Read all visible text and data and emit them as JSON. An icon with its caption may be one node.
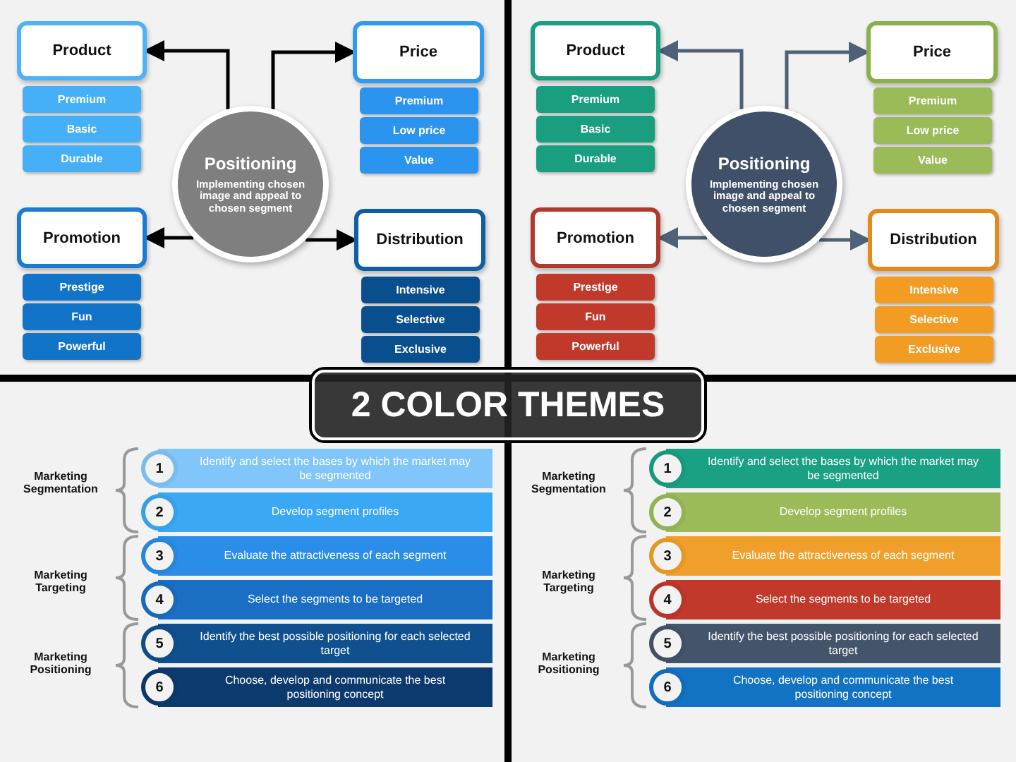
{
  "diagram": {
    "nodes": [
      {
        "text": [
          "Product"
        ]
      },
      {
        "text": [
          "Premium"
        ]
      },
      {
        "text": [
          "Basic"
        ]
      },
      {
        "text": [
          "Durable"
        ]
      },
      {
        "text": [
          "Price"
        ]
      },
      {
        "text": [
          "Premium"
        ]
      },
      {
        "text": [
          "Low price"
        ]
      },
      {
        "text": [
          "Value"
        ]
      },
      {
        "text": [
          "Positioning",
          "Implementing chosen image and appeal to chosen segment"
        ]
      },
      {
        "text": [
          "Promotion"
        ]
      },
      {
        "text": [
          "Prestige"
        ]
      },
      {
        "text": [
          "Fun"
        ]
      },
      {
        "text": [
          "Powerful"
        ]
      },
      {
        "text": [
          "Distribution"
        ]
      },
      {
        "text": [
          "Intensive"
        ]
      },
      {
        "text": [
          "Selective"
        ]
      },
      {
        "text": [
          "Exclusive"
        ]
      },
      {
        "text": [
          "Product"
        ]
      },
      {
        "text": [
          "Premium"
        ]
      },
      {
        "text": [
          "Basic"
        ]
      },
      {
        "text": [
          "Durable"
        ]
      },
      {
        "text": [
          "Price"
        ]
      },
      {
        "text": [
          "Premium"
        ]
      },
      {
        "text": [
          "Low price"
        ]
      },
      {
        "text": [
          "Value"
        ]
      },
      {
        "text": [
          "Positioning",
          "Implementing chosen image and appeal to chosen segment"
        ]
      },
      {
        "text": [
          "Promotion"
        ]
      },
      {
        "text": [
          "Prestige"
        ]
      },
      {
        "text": [
          "Fun"
        ]
      },
      {
        "text": [
          "Powerful"
        ]
      },
      {
        "text": [
          "Distribution"
        ]
      },
      {
        "text": [
          "Intensive"
        ]
      },
      {
        "text": [
          "Selective"
        ]
      },
      {
        "text": [
          "Exclusive"
        ]
      },
      {
        "text": [
          "2 COLOR THEMES"
        ]
      },
      {
        "text": [
          "1",
          "Identify and select the bases by which the market may be segmented"
        ]
      },
      {
        "text": [
          "2",
          "Develop segment profiles"
        ]
      },
      {
        "text": [
          "3",
          "Evaluate the attractiveness of each segment"
        ]
      },
      {
        "text": [
          "4",
          "Select the segments to be targeted"
        ]
      },
      {
        "text": [
          "5",
          "Identify the best possible positioning for each selected target"
        ]
      },
      {
        "text": [
          "6",
          "Choose, develop and communicate the best positioning concept"
        ]
      },
      {
        "text": [
          "1",
          "Identify and select the bases by which the market may be segmented"
        ]
      },
      {
        "text": [
          "2",
          "Develop segment profiles"
        ]
      },
      {
        "text": [
          "3",
          "Evaluate the attractiveness of each segment"
        ]
      },
      {
        "text": [
          "4",
          "Select the segments to be targeted"
        ]
      },
      {
        "text": [
          "5",
          "Identify the best possible positioning for each selected target"
        ]
      },
      {
        "text": [
          "6",
          "Choose, develop and communicate the best positioning concept"
        ]
      }
    ],
    "edges": [
      {
        "from": 8,
        "to": 0,
        "arrow": "to"
      },
      {
        "from": 8,
        "to": 4,
        "arrow": "to"
      },
      {
        "from": 8,
        "to": 9,
        "arrow": "to"
      },
      {
        "from": 8,
        "to": 13,
        "arrow": "to"
      },
      {
        "from": 25,
        "to": 17,
        "arrow": "to",
        "color": "#4e6177"
      },
      {
        "from": 25,
        "to": 21,
        "arrow": "to",
        "color": "#4e6177"
      },
      {
        "from": 25,
        "to": 26,
        "arrow": "to",
        "color": "#4e6177"
      },
      {
        "from": 25,
        "to": 30,
        "arrow": "to",
        "color": "#4e6177"
      }
    ],
    "labels": [
      "Marketing Segmentation",
      "Marketing Targeting",
      "Marketing Positioning",
      "Marketing Segmentation",
      "Marketing Targeting",
      "Marketing Positioning"
    ]
  }
}
